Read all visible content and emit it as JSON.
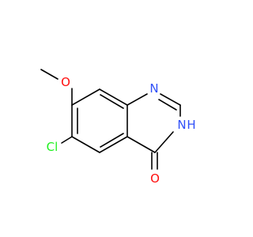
{
  "molecule": {
    "atoms": {
      "methoxy_o": {
        "text": "O",
        "color": "#ff0d0d"
      },
      "n1": {
        "text": "N",
        "color": "#3050f8"
      },
      "n3": {
        "text": "N",
        "color": "#3050f8"
      },
      "n3_h": {
        "text": "H",
        "color": "#3050f8"
      },
      "cl": {
        "text": "Cl",
        "color": "#1ff01f"
      },
      "carbonyl_o": {
        "text": "O",
        "color": "#ff0d0d"
      }
    },
    "bond_color": "#000000"
  }
}
